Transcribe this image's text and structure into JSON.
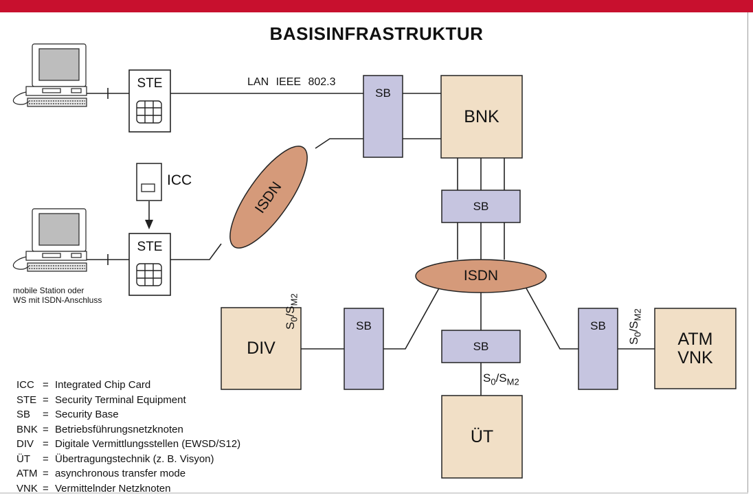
{
  "title": "BASISINFRASTRUKTUR",
  "colors": {
    "top_bar": "#c8102e",
    "sb_fill": "#c6c5e0",
    "node_fill": "#f1dfc6",
    "isdn_fill": "#d59a7a",
    "line": "#222222"
  },
  "nodes": {
    "ste_top": "STE",
    "ste_bottom": "STE",
    "icc": "ICC",
    "bnk": "BNK",
    "div": "DIV",
    "ut": "ÜT",
    "atm": "ATM",
    "vnk": "VNK",
    "sb": "SB",
    "isdn": "ISDN"
  },
  "links": {
    "lan": "LAN IEEE 802.3",
    "s0_sm2_main": "S",
    "s0_sub": "0",
    "s_sep": "/S",
    "sm2_sub": "M2"
  },
  "caption": {
    "line1": "mobile Station oder",
    "line2": "WS mit ISDN-Anschluss"
  },
  "icons": [
    "computer-icon",
    "chip-icon",
    "icc-card-icon",
    "arrow-down-icon"
  ],
  "legend": [
    {
      "abbr": "ICC",
      "text": "Integrated Chip Card"
    },
    {
      "abbr": "STE",
      "text": "Security Terminal Equipment"
    },
    {
      "abbr": "SB",
      "text": "Security Base"
    },
    {
      "abbr": "BNK",
      "text": "Betriebsführungsnetzknoten"
    },
    {
      "abbr": "DIV",
      "text": "Digitale Vermittlungsstellen (EWSD/S12)"
    },
    {
      "abbr": "ÜT",
      "text": "Übertragungstechnik (z. B. Visyon)"
    },
    {
      "abbr": "ATM",
      "text": "asynchronous transfer mode"
    },
    {
      "abbr": "VNK",
      "text": "Vermittelnder Netzknoten"
    }
  ],
  "legend_eq": "="
}
